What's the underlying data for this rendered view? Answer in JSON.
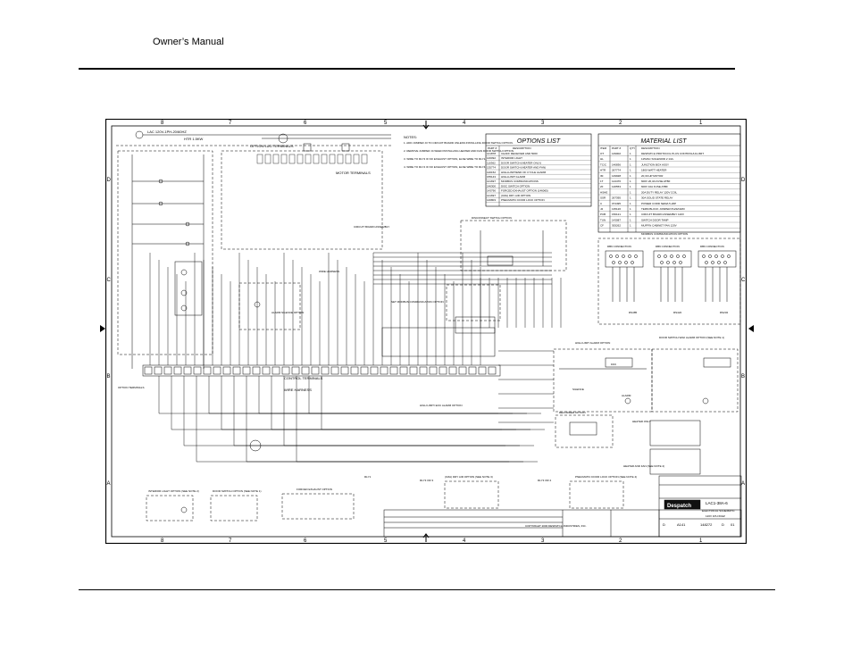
{
  "header": {
    "text": "Owner’s Manual"
  },
  "drawing": {
    "col_labels": [
      "8",
      "7",
      "6",
      "5",
      "4",
      "3",
      "2",
      "1"
    ],
    "row_labels": [
      "D",
      "C",
      "B",
      "A"
    ],
    "options_list": {
      "title": "OPTIONS LIST",
      "headers": [
        "PART #",
        "DESCRIPTION"
      ],
      "rows": [
        [
          "141878",
          "CHAFF RECEIVER AND 5000"
        ],
        [
          "146092",
          "INTERIOR LIGHT"
        ],
        [
          "110362",
          "DOOR SWITCH (HEATER ONLY)"
        ],
        [
          "135774",
          "DOOR SWITCH (HEATER AND FAN)"
        ],
        [
          "120152",
          "HIGH-LIMIT/END OF CYCLE ALARM"
        ],
        [
          "155143",
          "HIGH-LIMIT ALARM"
        ],
        [
          "141697",
          "MODBUS COMMUNICATIONS"
        ],
        [
          "146300",
          "DISC SWITCH OPTION"
        ],
        [
          "143790",
          "FORCED EXHAUST OPTION (146065)"
        ],
        [
          "141697",
          "(OZA) DRY AIR OPTION"
        ],
        [
          "146803",
          "PNEUMATIC DOOR LOCK OPTION"
        ]
      ]
    },
    "material_list": {
      "title": "MATERIAL LIST",
      "headers": [
        "ITEM",
        "PART #",
        "QTY",
        "DESCRIPTION"
      ],
      "rows": [
        [
          "OT",
          "149002",
          "1",
          "DESPATCH PROTOCOL PLUS CONTROL/HI-LIMIT"
        ],
        [
          "HL",
          "",
          "1",
          "115VAC SOLENOID 2 1/2L"
        ],
        [
          "TC/C",
          "140836",
          "1",
          "JUNCTION BOX ASSY"
        ],
        [
          "HTR",
          "267774",
          "1",
          "1800 WATT HEATER"
        ],
        [
          "IM",
          "149928",
          "1",
          "20,30 HP MOTOR"
        ],
        [
          "1T",
          "124476",
          "1",
          "600V 20,3A FUSE ATBF"
        ],
        [
          "2F",
          "126553",
          "1",
          "600V 10A FUSE ATBF"
        ],
        [
          "HSHE",
          "",
          "1",
          "20A DUTY RELAY 120V COIL"
        ],
        [
          "SSR",
          "267395",
          "1",
          "30A SOLID STATE RELAY"
        ],
        [
          "C",
          "074495",
          "1",
          "POWER CORD NEMA 5-20P"
        ],
        [
          "J2",
          "135126",
          "1",
          "TERM BLOCK JUMPER PH/2Z4183"
        ],
        [
          "PCB",
          "150121",
          "1",
          "CIRCUIT BOARD ASSEMBLY 120V"
        ],
        [
          "TUN",
          "143087",
          "1",
          "SWITCH DOOR TAMP"
        ],
        [
          "CF",
          "305262",
          "1",
          "MUFFIN CABINET FAN 120V"
        ]
      ]
    },
    "notes": {
      "title": "NOTES:",
      "items": [
        "1. ADD JUMPER J3 TO CIRCUIT BOARD UNLESS INSTALLING DOOR SWITCH OPTION.",
        "2. REMOVE JUMPER J4 WHEN INSTALLING HEATER AND FAN DOOR SWITCH OPTION.",
        "3. WIRE TO RLY3 IF NO EXHAUST OPTION, ELSE WIRE TO RLY1.",
        "4. WIRE TO RLY4 IF NO EXHAUST OPTION, ELSE WIRE TO RLY4."
      ]
    },
    "labels": {
      "supply": "LAC 120V-1PH-20/60HZ",
      "heater": "HTR 1.5KW",
      "option_lug": "OPTION LUG TERMINALS",
      "motor": "MOTOR TERMINALS",
      "circuit_board": "CIRCUIT BOARD ASSEMBLY",
      "wire_harness_top": "WIRE HARNESS",
      "set_modbus": "SET MODBUS COMMUNICATION OPTION",
      "alarm_silence": "ALARM SILENCE OPTION",
      "control_terminals": "CONTROL TERMINALS",
      "wire_harness": "WIRE HARNESS",
      "option_terminals": "OPTION TERMINALS",
      "disconnect": "DISCONNECT SWITCH OPTION",
      "modbus_comm": "MODBUS COMMUNICATION OPTION",
      "db9_1": "DB9 CONNECTION",
      "db9_2": "DB9 CONNECTION",
      "db9_3": "DB9 CONNECTION",
      "rs485": "RS485",
      "rs422": "RS422",
      "rs232": "RS232",
      "high_limit_alarm": "HIGH LIMIT ALARM OPTION",
      "door_switch_alarm": "DOOR SWITCH W/HI ALARM OPTION (SEE NOTE 1)",
      "recorder": "RECORDER OPTION",
      "heater_only": "HEATER ONLY",
      "heater_fan": "HEATER AND FAN (SEE NOTE 2)",
      "hi_limit_eoc": "HIGH LIMIT/ EOC ALARM OPTION",
      "interior_light": "INTERIOR LIGHT OPTION (SEE NOTE 2)",
      "door_switch": "DOOR SWITCH OPTION (SEE NOTE 1)",
      "forced_exhaust": "FORCED EXHAUST OPTION",
      "dry_air": "(OZA) DRY AIR OPTION (SEE NOTE 3)",
      "pneumatic_lock": "PNEUMATIC DOOR LOCK OPTION (SEE NOTE 4)",
      "silence": "SILENCE",
      "alarm": "ALARM",
      "fan": "FAN",
      "rly1": "RLY1",
      "rly3": "RLY3 OR 3",
      "rly4": "RLY3 OR 4",
      "copyright": "COPYRIGHT 2000 DESPATCH INDUSTRIES, INC."
    },
    "title_block": {
      "company": "Despatch",
      "title": "LAC1-38A-6",
      "subtitle": "ELECTRICAL SCHEMATIC",
      "spec": "120V 1PH 60HZ",
      "size": "D",
      "drawing_no": "A141",
      "sheet": "148272",
      "rev": "D",
      "sht": "01"
    }
  }
}
